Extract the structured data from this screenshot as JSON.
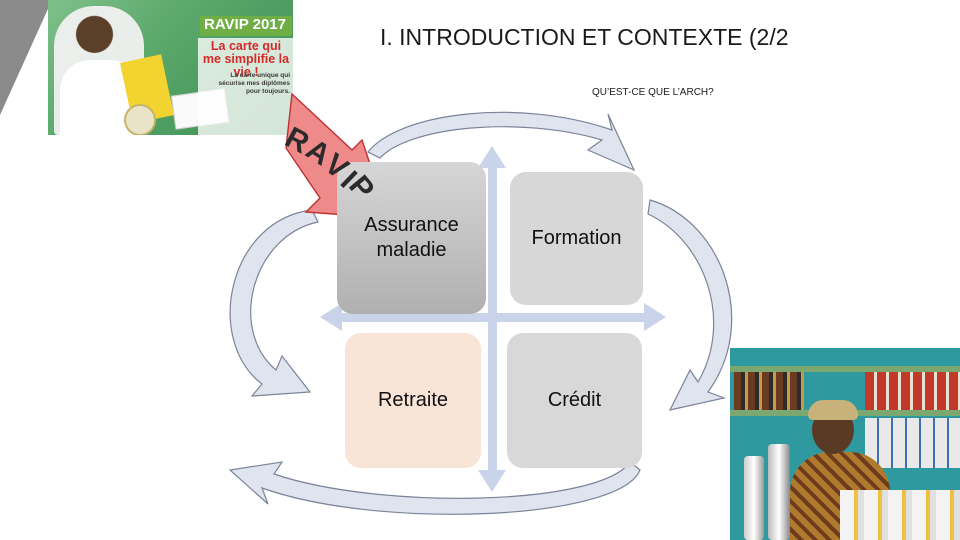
{
  "title": "I. INTRODUCTION ET CONTEXTE (2/2",
  "subtitle": "QU’EST-CE QUE L’ARCH?",
  "poster": {
    "banner": "RAVIP 2017",
    "slogan": "La carte qui me simplifie la vie !",
    "subtext": "La carte unique qui sécurise mes diplômes pour toujours."
  },
  "ravip_letters": [
    "R",
    "A",
    "V",
    "I",
    "P"
  ],
  "quadrants": {
    "assurance": "Assurance maladie",
    "formation": "Formation",
    "retraite": "Retraite",
    "credit": "Crédit"
  },
  "colors": {
    "arrow_fill": "#dfe4ee",
    "arrow_stroke": "#7a8498",
    "cross_axis": "#c9d3ea",
    "ravip_arrow_fill": "#ef8a8a",
    "ravip_arrow_stroke": "#c03030",
    "corner": "#8a8a8a"
  }
}
